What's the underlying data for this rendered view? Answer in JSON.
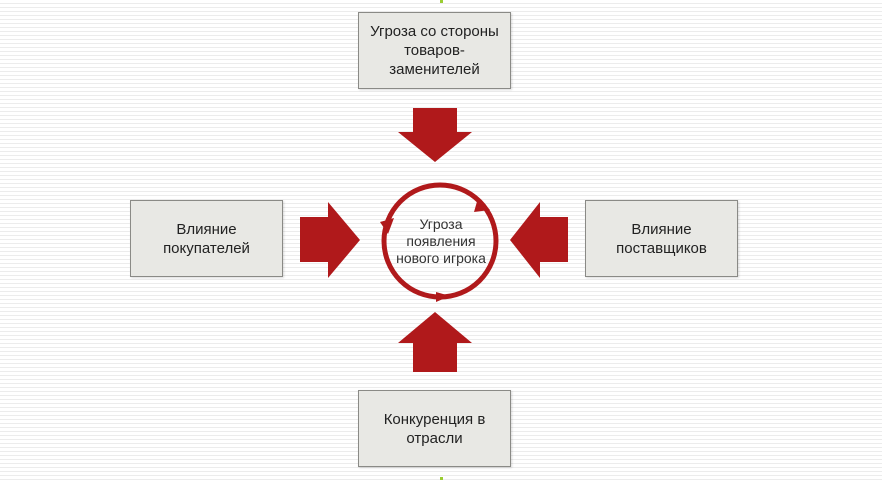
{
  "diagram": {
    "center": {
      "label": "Угроза появления нового игрока"
    },
    "nodes": [
      {
        "id": "top",
        "label": "Угроза со стороны товаров-заменителей"
      },
      {
        "id": "left",
        "label": "Влияние покупателей"
      },
      {
        "id": "right",
        "label": "Влияние поставщиков"
      },
      {
        "id": "bottom",
        "label": "Конкуренция в отрасли"
      }
    ],
    "edges": [
      {
        "from": "top",
        "to": "center",
        "style": "block-arrow"
      },
      {
        "from": "left",
        "to": "center",
        "style": "block-arrow"
      },
      {
        "from": "right",
        "to": "center",
        "style": "block-arrow"
      },
      {
        "from": "bottom",
        "to": "center",
        "style": "block-arrow"
      }
    ]
  },
  "colors": {
    "arrow": "#b0191b",
    "box_fill": "#e8e8e4",
    "box_border": "#8a8a86",
    "ring": "#b0191b"
  }
}
